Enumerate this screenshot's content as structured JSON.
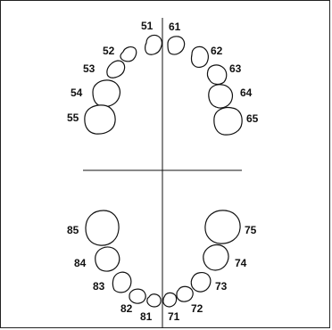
{
  "teeth": [
    {
      "id": "tooth-51",
      "label": "51"
    },
    {
      "id": "tooth-52",
      "label": "52"
    },
    {
      "id": "tooth-53",
      "label": "53"
    },
    {
      "id": "tooth-54",
      "label": "54"
    },
    {
      "id": "tooth-55",
      "label": "55"
    },
    {
      "id": "tooth-61",
      "label": "61"
    },
    {
      "id": "tooth-62",
      "label": "62"
    },
    {
      "id": "tooth-63",
      "label": "63"
    },
    {
      "id": "tooth-64",
      "label": "64"
    },
    {
      "id": "tooth-65",
      "label": "65"
    },
    {
      "id": "tooth-71",
      "label": "71"
    },
    {
      "id": "tooth-72",
      "label": "72"
    },
    {
      "id": "tooth-73",
      "label": "73"
    },
    {
      "id": "tooth-74",
      "label": "74"
    },
    {
      "id": "tooth-75",
      "label": "75"
    },
    {
      "id": "tooth-81",
      "label": "81"
    },
    {
      "id": "tooth-82",
      "label": "82"
    },
    {
      "id": "tooth-83",
      "label": "83"
    },
    {
      "id": "tooth-84",
      "label": "84"
    },
    {
      "id": "tooth-85",
      "label": "85"
    }
  ]
}
